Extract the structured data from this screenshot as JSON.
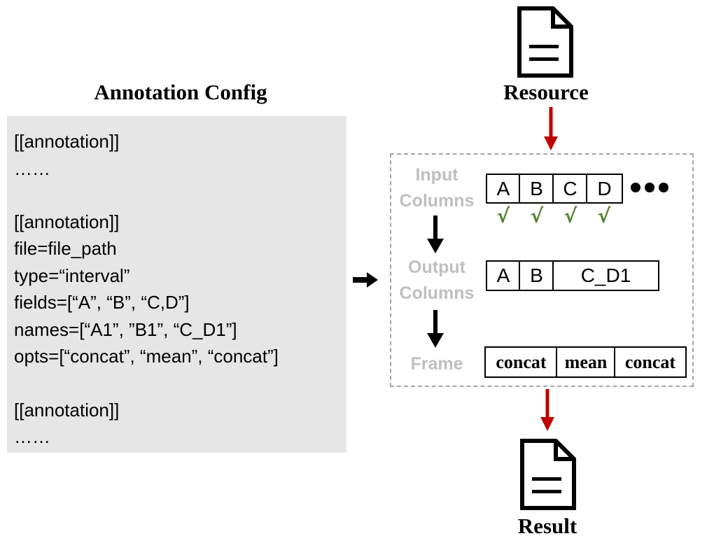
{
  "config": {
    "title": "Annotation Config",
    "lines": [
      "[[annotation]]",
      "……",
      "",
      "[[annotation]]",
      "file=file_path",
      "type=“interval”",
      "fields=[“A”, “B”, “C,D”]",
      "names=[“A1”, ”B1”, “C_D1”]",
      "opts=[“concat”, “mean”, “concat”]",
      "",
      "[[annotation]]",
      "……"
    ]
  },
  "resource": {
    "label": "Resource",
    "icon": "document-icon"
  },
  "result": {
    "label": "Result",
    "icon": "document-icon"
  },
  "process": {
    "input_label": [
      "Input",
      "Columns"
    ],
    "output_label": [
      "Output",
      "Columns"
    ],
    "frame_label": "Frame",
    "input_columns": [
      "A",
      "B",
      "C",
      "D"
    ],
    "checks": [
      "√",
      "√",
      "√",
      "√"
    ],
    "output_columns": [
      "A",
      "B",
      "C_D1"
    ],
    "frame_ops": [
      "concat",
      "mean",
      "concat"
    ]
  },
  "colors": {
    "config_bg": "#e6e6e6",
    "flow_arrow": "#c00000",
    "check": "#548235",
    "step_label": "#bfbfbf",
    "dashed_border": "#a6a6a6"
  }
}
